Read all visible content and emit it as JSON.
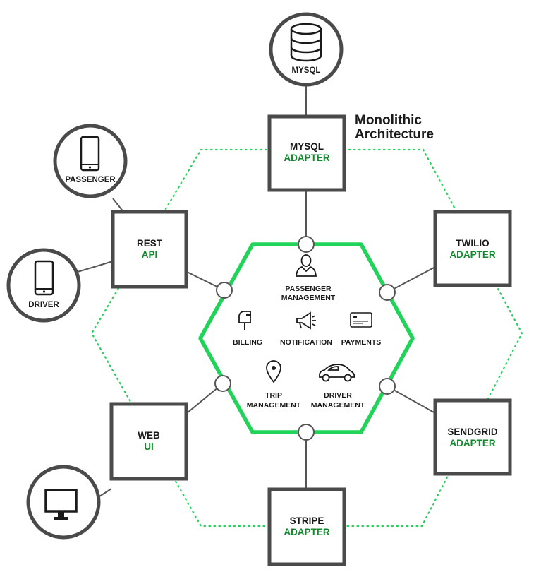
{
  "title": {
    "line1": "Monolithic",
    "line2": "Architecture"
  },
  "external": {
    "mysql": "MYSQL",
    "passenger": "PASSENGER",
    "driver": "DRIVER"
  },
  "adapters": {
    "mysql": {
      "line1": "MYSQL",
      "line2": "ADAPTER"
    },
    "rest": {
      "line1": "REST",
      "line2": "API"
    },
    "twilio": {
      "line1": "TWILIO",
      "line2": "ADAPTER"
    },
    "web": {
      "line1": "WEB",
      "line2": "UI"
    },
    "sendgrid": {
      "line1": "SENDGRID",
      "line2": "ADAPTER"
    },
    "stripe": {
      "line1": "STRIPE",
      "line2": "ADAPTER"
    }
  },
  "core": {
    "passenger_management": {
      "line1": "PASSENGER",
      "line2": "MANAGEMENT"
    },
    "billing": "BILLING",
    "notification": "NOTIFICATION",
    "payments": "PAYMENTS",
    "trip_management": {
      "line1": "TRIP",
      "line2": "MANAGEMENT"
    },
    "driver_management": {
      "line1": "DRIVER",
      "line2": "MANAGEMENT"
    }
  },
  "colors": {
    "green": "#22d35a",
    "label_green": "#13862e",
    "dark": "#4a4a4a"
  }
}
